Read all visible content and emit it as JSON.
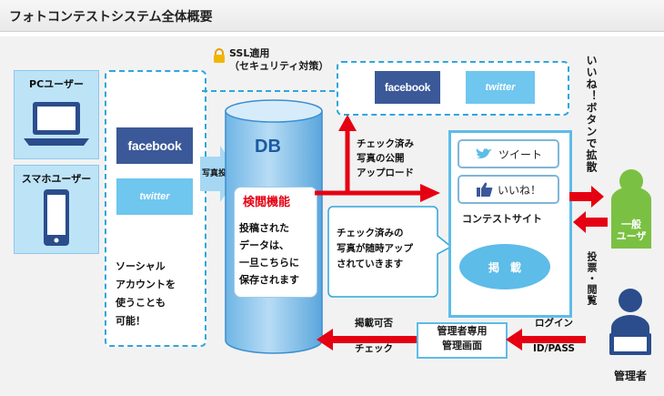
{
  "page_title": "フォトコンテストシステム全体概要",
  "users": {
    "pc_label": "PCユーザー",
    "smartphone_label": "スマホユーザー"
  },
  "social": {
    "facebook": "facebook",
    "twitter": "twitter"
  },
  "ssl_note": {
    "line1": "SSL適用",
    "line2": "（セキュリティ対策）"
  },
  "left_panel_note": [
    "ソーシャル",
    "アカウントを",
    "使うことも",
    "可能！"
  ],
  "post_label": "写真投稿",
  "db": {
    "title": "DB",
    "inspection_title": "検閲機能",
    "inspection_text": [
      "投稿された",
      "データは、",
      "一旦こちらに",
      "保存されます"
    ]
  },
  "publish_note": [
    "チェック済み",
    "写真の公開",
    "アップロード"
  ],
  "site_note": [
    "チェック済みの",
    "写真が随時アップ",
    "されていきます"
  ],
  "contest_site": {
    "tweet_button": "ツイート",
    "like_button": "いいね！",
    "title": "コンテストサイト",
    "publish": "掲　載"
  },
  "spread_label": "いいね！ボタンで拡散",
  "general_user_label": [
    "一般",
    "ユーザ"
  ],
  "vote_label": "投票・閲覧",
  "admin": {
    "screen": [
      "管理者専用",
      "管理画面"
    ],
    "approval": [
      "掲載可否",
      "チェック"
    ],
    "login": [
      "ログイン",
      "ID/PASS"
    ],
    "label": "管理者"
  },
  "colors": {
    "arrow_red": "#e50012",
    "dashed_blue": "#2fa6dc",
    "db_blue": "#4a9fd9",
    "user_green": "#7ac143",
    "admin_navy": "#2b4d8c"
  }
}
